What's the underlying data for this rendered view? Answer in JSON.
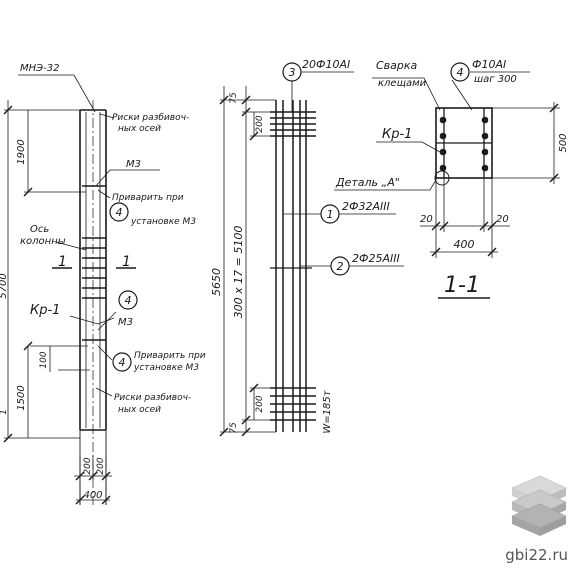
{
  "colors": {
    "ink": "#1a1a1a",
    "watermark_text": "#555555",
    "logo_top": "#d9d9d9",
    "logo_mid": "#bdbdbd",
    "logo_bottom": "#9e9e9e"
  },
  "left_view": {
    "part_mark_top": "МНЭ-32",
    "note_axis_marks_top": "Риски разбивоч-",
    "note_axis_marks_top_2": "ных осей",
    "dim_top": "1900",
    "part_mark_m3_top": "М3",
    "weld_note_top_1": "Приварить при",
    "weld_note_top_2": "установке М3",
    "callout_top": "4",
    "axis_label_1": "Ось",
    "axis_label_2": "колонны",
    "section_mark_left": "1",
    "section_mark_right": "1",
    "frame_label": "Кр-1",
    "callout_mid": "4",
    "part_mark_m3_bottom": "М3",
    "weld_note_bottom_1": "Приварить при",
    "weld_note_bottom_2": "установке М3",
    "callout_bottom": "4",
    "note_axis_marks_bottom": "Риски разбивоч-",
    "note_axis_marks_bottom_2": "ных осей",
    "dim_total": "5700",
    "dim_1500": "1500",
    "dim_100": "100",
    "dim_200_a": "200",
    "dim_200_b": "200",
    "dim_400": "400",
    "dim_1": "1"
  },
  "middle_view": {
    "callout_3": "3",
    "bar_3": "20Ф10АI",
    "callout_1": "1",
    "bar_1": "2Ф32АIII",
    "callout_2": "2",
    "bar_2": "2Ф25АIII",
    "dim_75_top": "75",
    "dim_200_top": "200",
    "dim_total": "5650",
    "dim_spacing": "300 x 17 = 5100",
    "dim_75_bottom": "75",
    "dim_200_bottom": "200",
    "weight": "W=185т"
  },
  "section_view": {
    "weld_label_1": "Сварка",
    "weld_label_2": "клещами",
    "callout_4": "4",
    "bar_4": "Ф10АI",
    "step": "шаг 300",
    "frame_label": "Кр-1",
    "detail_label": "Деталь „А\"",
    "dim_500": "500",
    "dim_20_left": "20",
    "dim_20_right": "20",
    "dim_400": "400",
    "section_title": "1-1"
  },
  "watermark": {
    "site": "gbi22.ru"
  }
}
